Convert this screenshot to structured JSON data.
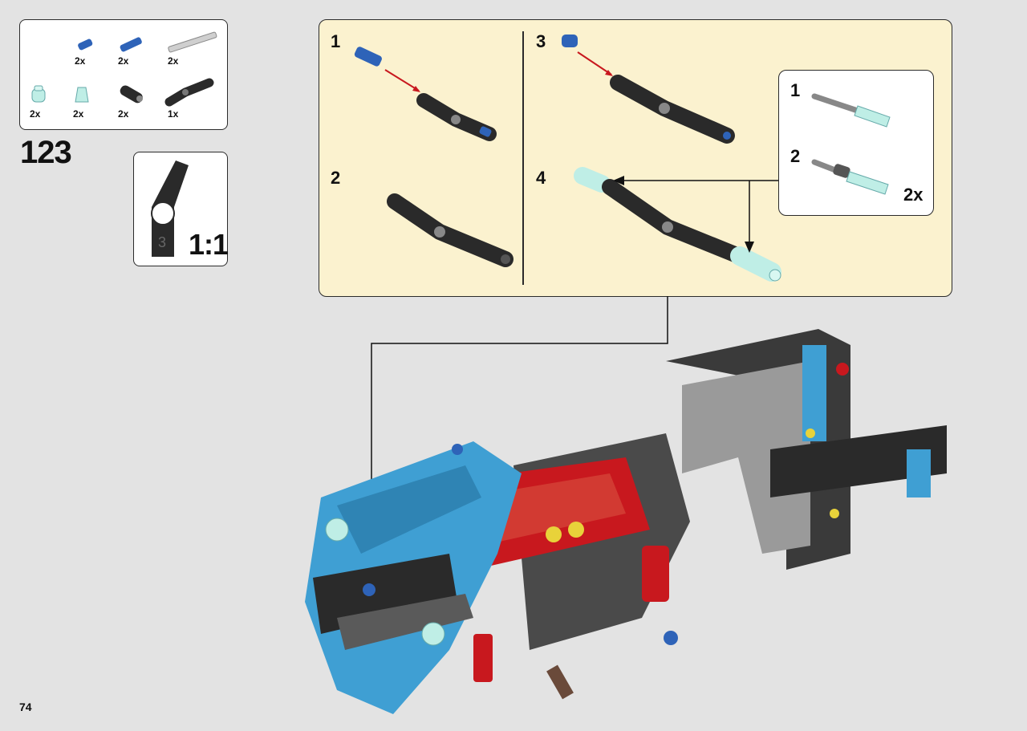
{
  "parts_list": {
    "items": [
      {
        "name": "blue-pin-short",
        "qty": "2x"
      },
      {
        "name": "blue-pin-long",
        "qty": "2x"
      },
      {
        "name": "grey-axle",
        "qty": "2x"
      },
      {
        "name": "trans-light-blue-round-1",
        "qty": "2x"
      },
      {
        "name": "trans-light-blue-round-2",
        "qty": "2x"
      },
      {
        "name": "black-bush",
        "qty": "2x"
      },
      {
        "name": "black-angled-connector",
        "qty": "1x"
      }
    ]
  },
  "step": {
    "number": "123"
  },
  "scale": {
    "label": "1:1",
    "axle_length": "3"
  },
  "substeps": {
    "s1": "1",
    "s2": "2",
    "s3": "3",
    "s4": "4"
  },
  "inset": {
    "n1": "1",
    "n2": "2",
    "qty": "2x"
  },
  "page": {
    "number": "74"
  },
  "colors": {
    "blue": "#2e63b8",
    "light_blue": "#3f9fd3",
    "red": "#c8181e",
    "black": "#2a2a2a",
    "trans": "#bfeee6",
    "panel": "#fbf2cf"
  }
}
